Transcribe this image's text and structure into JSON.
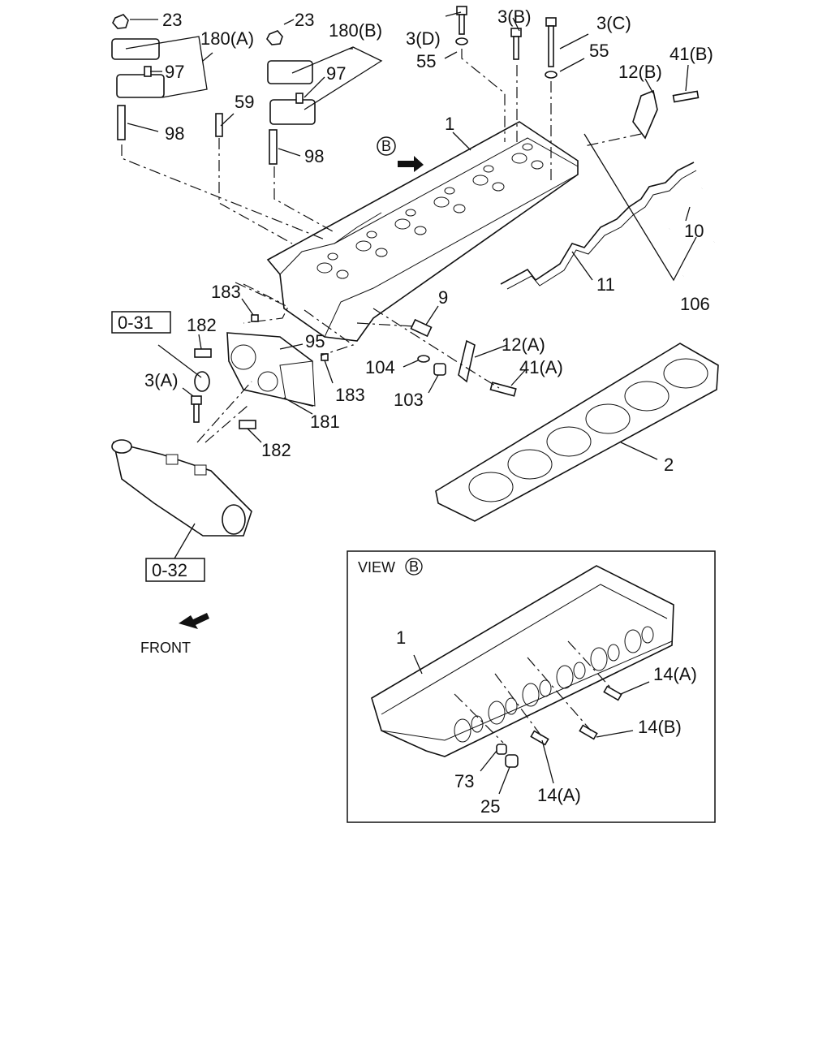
{
  "labels": {
    "l23a": "23",
    "l23b": "23",
    "l180a": "180(A)",
    "l180b": "180(B)",
    "l97a": "97",
    "l97b": "97",
    "l98a": "98",
    "l98b": "98",
    "l59": "59",
    "l3d": "3(D)",
    "l3b": "3(B)",
    "l3c": "3(C)",
    "l3a": "3(A)",
    "l55a": "55",
    "l55b": "55",
    "l41b": "41(B)",
    "l41a": "41(A)",
    "l12b": "12(B)",
    "l12a": "12(A)",
    "l1": "1",
    "l1v": "1",
    "lB": "B",
    "l10": "10",
    "l11": "11",
    "l106": "106",
    "l9": "9",
    "l104": "104",
    "l103": "103",
    "l183a": "183",
    "l183b": "183",
    "l182a": "182",
    "l182b": "182",
    "l95": "95",
    "l181": "181",
    "l2": "2",
    "l14a1": "14(A)",
    "l14b": "14(B)",
    "l14a2": "14(A)",
    "l73": "73",
    "l25": "25"
  },
  "refs": {
    "r031": "0-31",
    "r032": "0-32"
  },
  "view_title": "VIEW",
  "view_letter": "B",
  "front_label": "FRONT"
}
